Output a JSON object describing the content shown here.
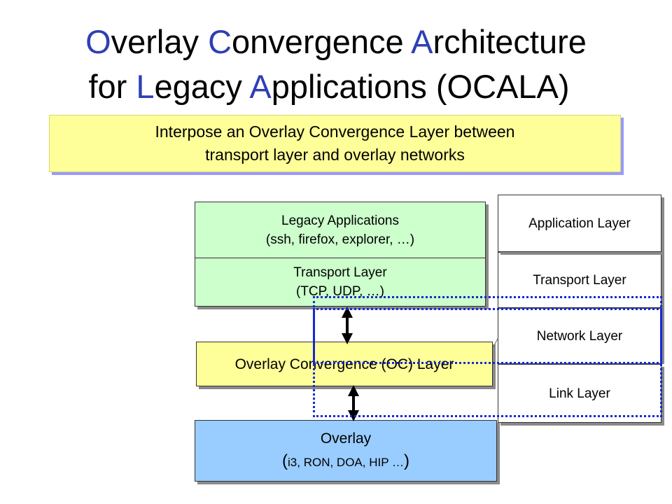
{
  "title": {
    "line1": [
      {
        "text": "O",
        "accent": true
      },
      {
        "text": "verlay ",
        "accent": false
      },
      {
        "text": "C",
        "accent": true
      },
      {
        "text": "onvergence ",
        "accent": false
      },
      {
        "text": "A",
        "accent": true
      },
      {
        "text": "rchitecture",
        "accent": false
      }
    ],
    "line2": [
      {
        "text": "for ",
        "accent": false
      },
      {
        "text": "L",
        "accent": true
      },
      {
        "text": "egacy ",
        "accent": false
      },
      {
        "text": "A",
        "accent": true
      },
      {
        "text": "pplications (OCALA)",
        "accent": false
      }
    ],
    "accent_color": "#2e3fb4"
  },
  "banner": {
    "line1": "Interpose an Overlay Convergence Layer between",
    "line2": "transport layer and overlay networks"
  },
  "stack": {
    "legacy": {
      "line1": "Legacy Applications",
      "line2": "(ssh, firefox, explorer, …)"
    },
    "transport": {
      "line1": "Transport Layer",
      "line2": "(TCP, UDP, …)"
    },
    "oc": {
      "label": "Overlay Convergence (OC) Layer"
    },
    "overlay": {
      "line1": "Overlay",
      "open_paren": "(",
      "line2": "i3, RON, DOA, HIP …",
      "close_paren": ")"
    }
  },
  "osi": {
    "application": "Application Layer",
    "transport": "Transport Layer",
    "network": "Network Layer",
    "link": "Link Layer"
  },
  "colors": {
    "green_box": "#ccffcc",
    "yellow_box": "#ffff99",
    "blue_box": "#99ccff",
    "dotted_outline": "#1428d8"
  }
}
